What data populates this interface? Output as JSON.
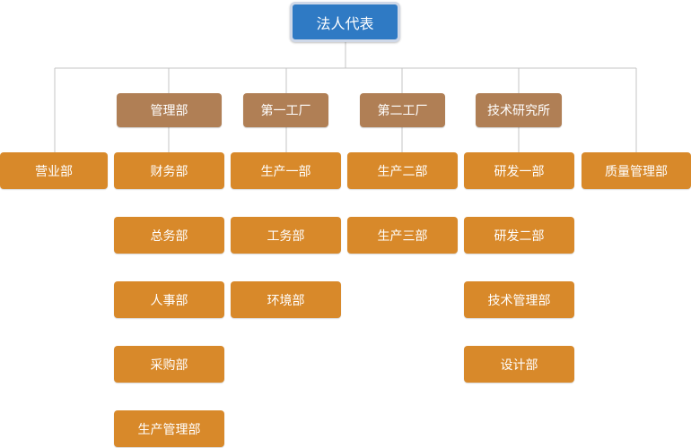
{
  "root": {
    "label": "法人代表"
  },
  "level1": {
    "sales": "营业部",
    "admin": "管理部",
    "factory1": "第一工厂",
    "factory2": "第二工厂",
    "rnd": "技术研究所",
    "quality": "质量管理部"
  },
  "admin_depts": [
    "财务部",
    "总务部",
    "人事部",
    "采购部",
    "生产管理部"
  ],
  "factory1_depts": [
    "生产一部",
    "工务部",
    "环境部"
  ],
  "factory2_depts": [
    "生产二部",
    "生产三部"
  ],
  "rnd_depts": [
    "研发一部",
    "研发二部",
    "技术管理部",
    "设计部"
  ],
  "colors": {
    "root": "#2f7ac4",
    "mid": "#b07f55",
    "dept": "#d8892a",
    "connector": "#c4c4c4"
  }
}
